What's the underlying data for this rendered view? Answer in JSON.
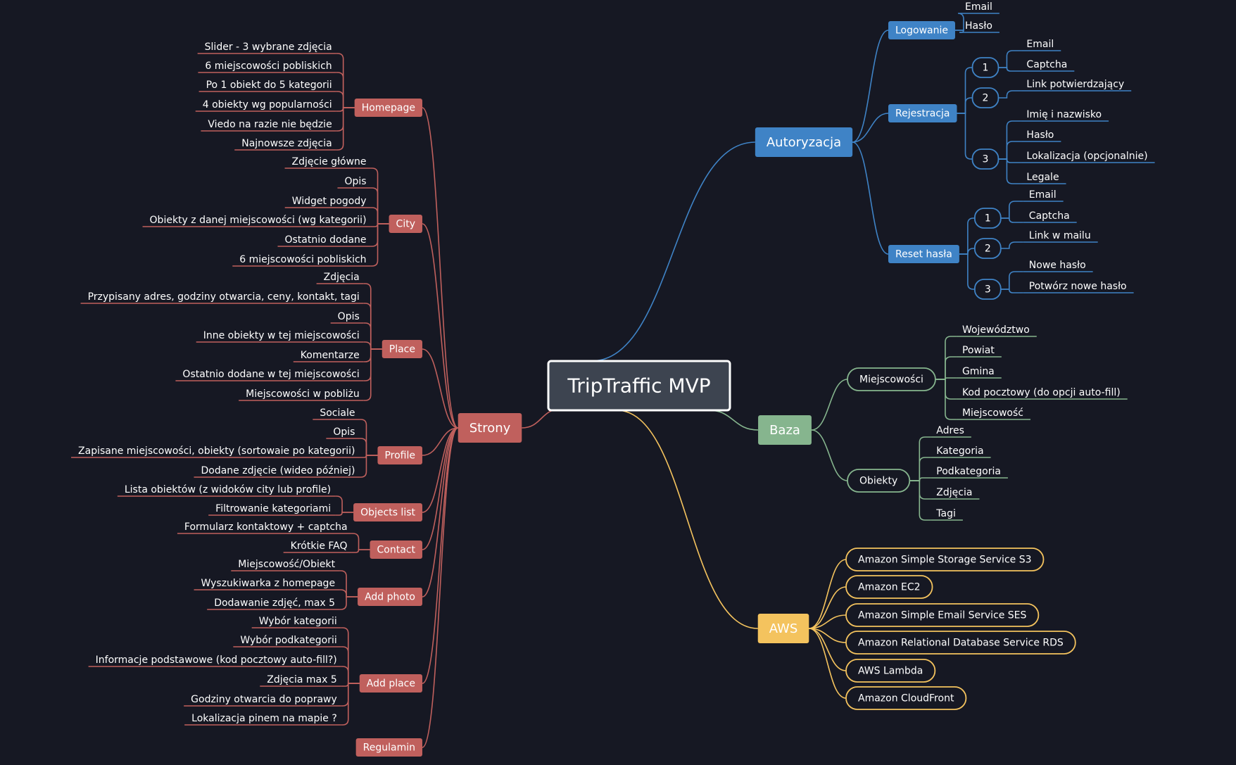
{
  "title": "TripTraffic MVP",
  "colors": {
    "background": "#161823",
    "root_fill": "#3d4450",
    "strony": "#c0605d",
    "autoryzacja": "#3f83c6",
    "baza": "#86b58e",
    "aws": "#f4c35e",
    "leaf_text": "#ffffff"
  },
  "branches": {
    "strony": {
      "label": "Strony",
      "groups": [
        {
          "label": "Homepage",
          "items": [
            "Slider - 3 wybrane zdjęcia",
            "6 miejscowości pobliskich",
            "Po 1 obiekt do 5 kategorii",
            "4 obiekty wg popularności",
            "Viedo na razie nie będzie",
            "Najnowsze zdjęcia"
          ]
        },
        {
          "label": "City",
          "items": [
            "Zdjęcie główne",
            "Opis",
            "Widget pogody",
            "Obiekty z danej miejscowości (wg kategorii)",
            "Ostatnio dodane",
            "6 miejscowości pobliskich"
          ]
        },
        {
          "label": "Place",
          "items": [
            "Zdjęcia",
            "Przypisany adres, godziny otwarcia, ceny, kontakt, tagi",
            "Opis",
            "Inne obiekty w tej miejscowości",
            "Komentarze",
            "Ostatnio dodane w tej miejscowości",
            "Miejscowości w pobliżu"
          ]
        },
        {
          "label": "Profile",
          "items": [
            "Sociale",
            "Opis",
            "Zapisane miejscowości, obiekty (sortowaie po kategorii)",
            "Dodane zdjęcie (wideo później)"
          ]
        },
        {
          "label": "Objects list",
          "items": [
            "Lista obiektów (z widoków city lub profile)",
            "Filtrowanie kategoriami"
          ]
        },
        {
          "label": "Contact",
          "items": [
            "Formularz kontaktowy + captcha",
            "Krótkie FAQ"
          ]
        },
        {
          "label": "Add photo",
          "items": [
            "Miejscowość/Obiekt",
            "Wyszukiwarka z homepage",
            "Dodawanie zdjęć, max 5"
          ]
        },
        {
          "label": "Add place",
          "items": [
            "Wybór kategorii",
            "Wybór podkategorii",
            "Informacje podstawowe (kod pocztowy auto-fill?)",
            "Zdjęcia max 5",
            "Godziny otwarcia do poprawy",
            "Lokalizacja pinem na mapie ?"
          ]
        },
        {
          "label": "Regulamin",
          "items": []
        }
      ]
    },
    "autoryzacja": {
      "label": "Autoryzacja",
      "groups": [
        {
          "label": "Logowanie",
          "items": [
            "Email",
            "Hasło"
          ]
        },
        {
          "label": "Rejestracja",
          "steps": [
            {
              "label": "1",
              "items": [
                "Email",
                "Captcha"
              ]
            },
            {
              "label": "2",
              "items": [
                "Link potwierdzający"
              ]
            },
            {
              "label": "3",
              "items": [
                "Imię i nazwisko",
                "Hasło",
                "Lokalizacja (opcjonalnie)",
                "Legale"
              ]
            }
          ]
        },
        {
          "label": "Reset hasła",
          "steps": [
            {
              "label": "1",
              "items": [
                "Email",
                "Captcha"
              ]
            },
            {
              "label": "2",
              "items": [
                "Link w mailu"
              ]
            },
            {
              "label": "3",
              "items": [
                "Nowe hasło",
                "Potwórz nowe hasło"
              ]
            }
          ]
        }
      ]
    },
    "baza": {
      "label": "Baza",
      "groups": [
        {
          "label": "Miejscowości",
          "items": [
            "Województwo",
            "Powiat",
            "Gmina",
            "Kod pocztowy (do opcji auto-fill)",
            "Miejscowość"
          ]
        },
        {
          "label": "Obiekty",
          "items": [
            "Adres",
            "Kategoria",
            "Podkategoria",
            "Zdjęcia",
            "Tagi"
          ]
        }
      ]
    },
    "aws": {
      "label": "AWS",
      "items": [
        "Amazon Simple Storage Service S3",
        "Amazon EC2",
        "Amazon Simple Email Service SES",
        "Amazon Relational Database Service RDS",
        "AWS Lambda",
        "Amazon CloudFront"
      ]
    }
  }
}
